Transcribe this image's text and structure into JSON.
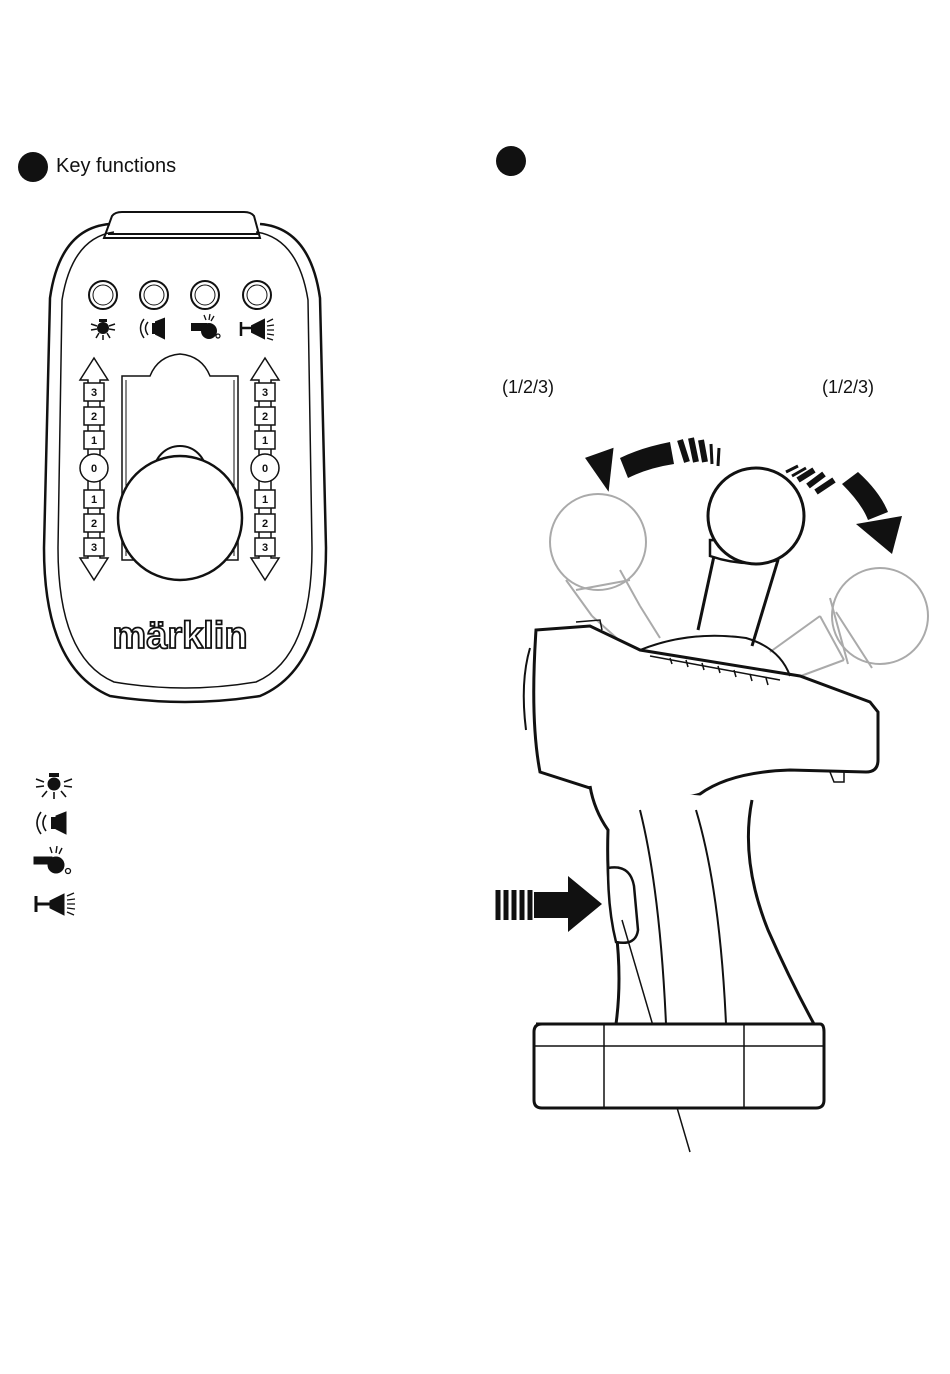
{
  "section_left": {
    "title": "Key functions"
  },
  "handset": {
    "logo": "märklin",
    "speed_steps_up": [
      "3",
      "2",
      "1"
    ],
    "neutral": "0",
    "speed_steps_down": [
      "1",
      "2",
      "3"
    ]
  },
  "function_icons": [
    "light-icon",
    "sound-icon",
    "whistle-icon",
    "horn-icon"
  ],
  "section_right": {
    "left_range_label": "(1/2/3)",
    "right_range_label": "(1/2/3)"
  }
}
